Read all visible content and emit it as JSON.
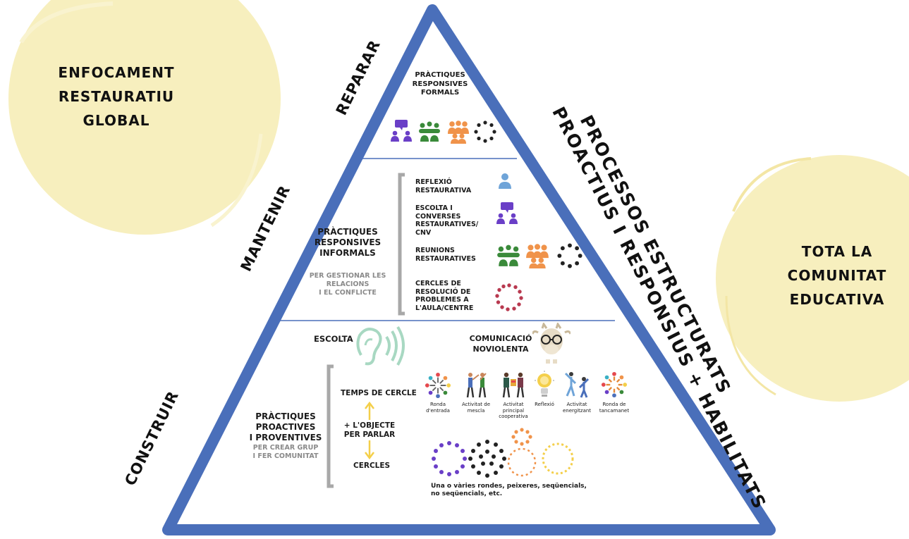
{
  "left_blob": {
    "lines": [
      "ENFOCAMENT",
      "RESTAURATIU",
      "GLOBAL"
    ]
  },
  "right_blob": {
    "lines": [
      "TOTA LA",
      "COMUNITAT",
      "EDUCATIVA"
    ]
  },
  "levels": {
    "repair": "REPARAR",
    "maintain": "MANTENIR",
    "build": "CONSTRUIR"
  },
  "side_text": {
    "line1": "PROCESSOS ESTRUCTURATS",
    "line2": "PROACTIUS I RESPONSIUS + HABILITATS"
  },
  "top": {
    "title": [
      "PRÀCTIQUES",
      "RESPONSIVES",
      "FORMALS"
    ]
  },
  "middle": {
    "title": [
      "PRÀCTIQUES",
      "RESPONSIVES",
      "INFORMALS"
    ],
    "subtitle": [
      "PER GESTIONAR LES",
      "RELACIONS",
      "I EL CONFLICTE"
    ],
    "items": [
      {
        "lines": [
          "REFLEXIÓ",
          "RESTAURATIVA"
        ]
      },
      {
        "lines": [
          "ESCOLTA I",
          "CONVERSES",
          "RESTAURATIVES/",
          "CNV"
        ]
      },
      {
        "lines": [
          "REUNIONS",
          "RESTAURATIVES"
        ]
      },
      {
        "lines": [
          "CERCLES DE",
          "RESOLUCIÓ DE",
          "PROBLEMES A",
          "L'AULA/CENTRE"
        ]
      }
    ]
  },
  "bottom": {
    "listening": "ESCOLTA",
    "nvc": [
      "COMUNICACIÓ",
      "NOVIOLENTA"
    ],
    "title": [
      "PRÀCTIQUES",
      "PROACTIVES",
      "I PROVENTIVES"
    ],
    "subtitle": [
      "PER CREAR GRUP",
      "I FER COMUNITAT"
    ],
    "flow": {
      "top": "TEMPS DE CERCLE",
      "middle": [
        "+ L'OBJECTE",
        "PER PARLAR"
      ],
      "bottom": "CERCLES"
    },
    "activities": [
      {
        "lines": [
          "Ronda",
          "d'entrada"
        ]
      },
      {
        "lines": [
          "Activitat de",
          "mescla"
        ]
      },
      {
        "lines": [
          "Activitat",
          "principal",
          "cooperativa"
        ]
      },
      {
        "lines": [
          "Reflexió"
        ]
      },
      {
        "lines": [
          "Activitat",
          "energitzant"
        ]
      },
      {
        "lines": [
          "Ronda de",
          "tancamanet"
        ]
      }
    ],
    "circles_note": [
      "Una o vàries rondes, peixeres, seqüencials,",
      "no seqüencials, etc."
    ]
  },
  "colors": {
    "triangle": "#4a6fba",
    "blob": "#f7efbe",
    "purple": "#6a3fc7",
    "green": "#3a8a3a",
    "orange": "#f0934a",
    "gray_text": "#8a8a8a",
    "arrow_yellow": "#f4cf4a",
    "ear_teal": "#a8d8c2"
  }
}
